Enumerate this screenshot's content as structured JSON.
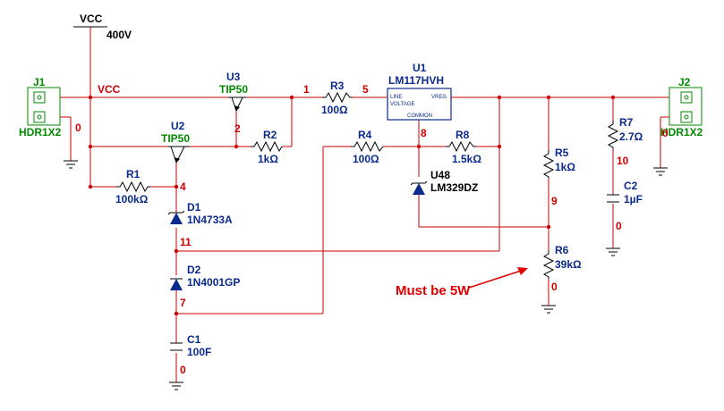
{
  "power": {
    "name": "VCC",
    "voltage": "400V"
  },
  "connectors": {
    "j1": {
      "ref": "J1",
      "value": "HDR1X2"
    },
    "j2": {
      "ref": "J2",
      "value": "HDR1X2"
    }
  },
  "parts": {
    "u1": {
      "ref": "U1",
      "value": "LM117HVH",
      "pin_line": "LINE",
      "pin_voltage": "VOLTAGE",
      "pin_vreg": "VREG",
      "pin_common": "COMMON"
    },
    "u2": {
      "ref": "U2",
      "value": "TIP50"
    },
    "u3": {
      "ref": "U3",
      "value": "TIP50"
    },
    "u48": {
      "ref": "U48",
      "value": "LM329DZ"
    },
    "r1": {
      "ref": "R1",
      "value": "100kΩ"
    },
    "r2": {
      "ref": "R2",
      "value": "1kΩ"
    },
    "r3": {
      "ref": "R3",
      "value": "100Ω"
    },
    "r4": {
      "ref": "R4",
      "value": "100Ω"
    },
    "r5": {
      "ref": "R5",
      "value": "1kΩ"
    },
    "r6": {
      "ref": "R6",
      "value": "39kΩ"
    },
    "r7": {
      "ref": "R7",
      "value": "2.7Ω"
    },
    "r8": {
      "ref": "R8",
      "value": "1.5kΩ"
    },
    "c1": {
      "ref": "C1",
      "value": "100F"
    },
    "c2": {
      "ref": "C2",
      "value": "1µF"
    },
    "d1": {
      "ref": "D1",
      "value": "1N4733A"
    },
    "d2": {
      "ref": "D2",
      "value": "1N4001GP"
    }
  },
  "nets": {
    "vcc": "VCC",
    "n0_j1": "0",
    "n0_r6": "0",
    "n0_c2": "0",
    "n0_c1": "0",
    "n0_j2": "0",
    "n1": "1",
    "n2": "2",
    "n4": "4",
    "n5": "5",
    "n7": "7",
    "n8": "8",
    "n9": "9",
    "n10": "10",
    "n11": "11"
  },
  "annotation": {
    "text": "Must be 5W"
  },
  "colors": {
    "wire": "#cc0000",
    "label": "#0b2a8e",
    "connector": "#008a00",
    "note": "#e00000"
  }
}
